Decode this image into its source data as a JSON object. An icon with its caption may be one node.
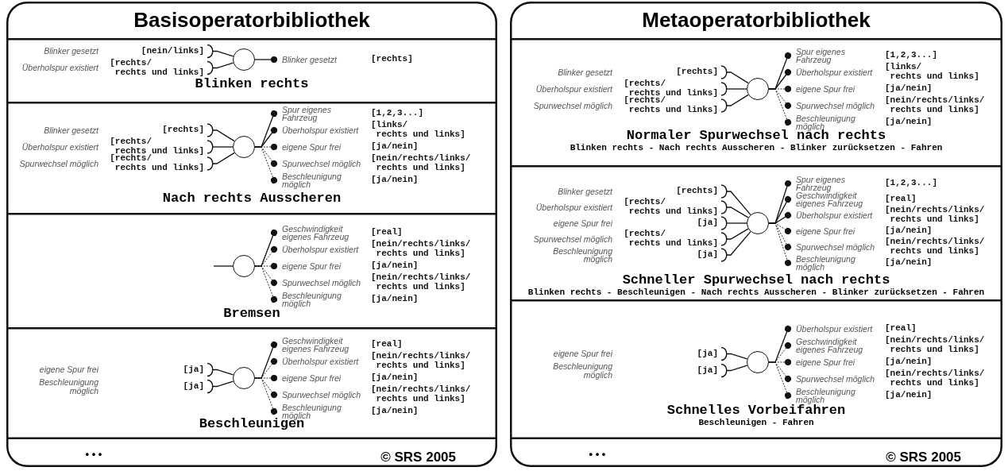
{
  "diagram": {
    "nodes": [
      {
        "text": [
          "Basisoperatorbibliothek"
        ]
      },
      {
        "text": [
          "Blinken rechts"
        ],
        "in": 0
      },
      {
        "text": [
          "Blinker gesetzt",
          "[nein/links]"
        ],
        "in": 1
      },
      {
        "text": [
          "Überholspur existiert",
          "[rechts/ rechts und links]"
        ],
        "in": 1
      },
      {
        "text": [],
        "shape": "circle",
        "in": 1
      },
      {
        "text": [
          "Blinker gesetzt",
          "[rechts]"
        ],
        "in": 1
      },
      {
        "text": [
          "Nach rechts Ausscheren"
        ],
        "in": 0
      },
      {
        "text": [
          "Blinker gesetzt",
          "[rechts]"
        ],
        "in": 6
      },
      {
        "text": [
          "Überholspur existiert",
          "[rechts/ rechts und links]"
        ],
        "in": 6
      },
      {
        "text": [
          "Spurwechsel möglich",
          "[rechts/ rechts und links]"
        ],
        "in": 6
      },
      {
        "text": [],
        "shape": "circle",
        "in": 6
      },
      {
        "text": [
          "Spur eigenes Fahrzeug",
          "[1,2,3...]"
        ],
        "in": 6
      },
      {
        "text": [
          "Überholspur existiert",
          "[links/ rechts und links]"
        ],
        "in": 6
      },
      {
        "text": [
          "eigene Spur frei",
          "[ja/nein]"
        ],
        "in": 6
      },
      {
        "text": [
          "Spurwechsel möglich",
          "[nein/rechts/links/ rechts und links]"
        ],
        "in": 6
      },
      {
        "text": [
          "Beschleunigung möglich",
          "[ja/nein]"
        ],
        "in": 6
      },
      {
        "text": [
          "Bremsen"
        ],
        "in": 0
      },
      {
        "text": [],
        "shape": "circle",
        "in": 16
      },
      {
        "text": [
          "Geschwindigkeit eigenes Fahrzeug",
          "[real]"
        ],
        "in": 16
      },
      {
        "text": [
          "Überholspur existiert",
          "[nein/rechts/links/ rechts und links]"
        ],
        "in": 16
      },
      {
        "text": [
          "eigene Spur frei",
          "[ja/nein]"
        ],
        "in": 16
      },
      {
        "text": [
          "Spurwechsel möglich",
          "[nein/rechts/links/ rechts und links]"
        ],
        "in": 16
      },
      {
        "text": [
          "Beschleunigung möglich",
          "[ja/nein]"
        ],
        "in": 16
      },
      {
        "text": [
          "Beschleunigen"
        ],
        "in": 0
      },
      {
        "text": [
          "eigene Spur frei",
          "[ja]"
        ],
        "in": 23
      },
      {
        "text": [
          "Beschleunigung möglich",
          "[ja]"
        ],
        "in": 23
      },
      {
        "text": [],
        "shape": "circle",
        "in": 23
      },
      {
        "text": [
          "Geschwindigkeit eigenes Fahrzeug",
          "[real]"
        ],
        "in": 23
      },
      {
        "text": [
          "Überholspur existiert",
          "[nein/rechts/links/ rechts und links]"
        ],
        "in": 23
      },
      {
        "text": [
          "eigene Spur frei",
          "[ja/nein]"
        ],
        "in": 23
      },
      {
        "text": [
          "Spurwechsel möglich",
          "[nein/rechts/links/ rechts und links]"
        ],
        "in": 23
      },
      {
        "text": [
          "Beschleunigung möglich",
          "[ja/nein]"
        ],
        "in": 23
      },
      {
        "text": [
          "Metaoperatorbibliothek"
        ]
      },
      {
        "text": [
          "Normaler Spurwechsel nach rechts",
          "Blinken rechts - Nach rechts Ausscheren - Blinker zurücksetzen - Fahren"
        ],
        "in": 32
      },
      {
        "text": [
          "Blinker gesetzt",
          "[rechts]"
        ],
        "in": 33
      },
      {
        "text": [
          "Überholspur existiert",
          "[rechts/ rechts und links]"
        ],
        "in": 33
      },
      {
        "text": [
          "Spurwechsel möglich",
          "[rechts/ rechts und links]"
        ],
        "in": 33
      },
      {
        "text": [],
        "shape": "circle",
        "in": 33
      },
      {
        "text": [
          "Spur eigenes Fahrzeug",
          "[1,2,3...]"
        ],
        "in": 33
      },
      {
        "text": [
          "Überholspur existiert",
          "[links/ rechts und links]"
        ],
        "in": 33
      },
      {
        "text": [
          "eigene Spur frei",
          "[ja/nein]"
        ],
        "in": 33
      },
      {
        "text": [
          "Spurwechsel möglich",
          "[nein/rechts/links/ rechts und links]"
        ],
        "in": 33
      },
      {
        "text": [
          "Beschleunigung möglich",
          "[ja/nein]"
        ],
        "in": 33
      },
      {
        "text": [
          "Schneller Spurwechsel nach rechts",
          "Blinken rechts - Beschleunigen - Nach rechts Ausscheren - Blinker zurücksetzen - Fahren"
        ],
        "in": 32
      },
      {
        "text": [
          "Blinker gesetzt",
          "[rechts]"
        ],
        "in": 43
      },
      {
        "text": [
          "Überholspur existiert",
          "[rechts/ rechts und links]"
        ],
        "in": 43
      },
      {
        "text": [
          "eigene Spur frei",
          "[ja]"
        ],
        "in": 43
      },
      {
        "text": [
          "Spurwechsel möglich",
          "[rechts/ rechts und links]"
        ],
        "in": 43
      },
      {
        "text": [
          "Beschleunigung möglich",
          "[ja]"
        ],
        "in": 43
      },
      {
        "text": [],
        "shape": "circle",
        "in": 43
      },
      {
        "text": [
          "Spur eigenes Fahrzeug",
          "[1,2,3...]"
        ],
        "in": 43
      },
      {
        "text": [
          "Geschwindigkeit eigenes Fahrzeug",
          "[real]"
        ],
        "in": 43
      },
      {
        "text": [
          "Überholspur existiert",
          "[nein/rechts/links/ rechts und links]"
        ],
        "in": 43
      },
      {
        "text": [
          "eigene Spur frei",
          "[ja/nein]"
        ],
        "in": 43
      },
      {
        "text": [
          "Spurwechsel möglich",
          "[nein/rechts/links/ rechts und links]"
        ],
        "in": 43
      },
      {
        "text": [
          "Beschleunigung möglich",
          "[ja/nein]"
        ],
        "in": 43
      },
      {
        "text": [
          "Schnelles Vorbeifahren",
          "Beschleunigen - Fahren"
        ],
        "in": 32
      },
      {
        "text": [
          "eigene Spur frei",
          "[ja]"
        ],
        "in": 56
      },
      {
        "text": [
          "Beschleunigung möglich",
          "[ja]"
        ],
        "in": 56
      },
      {
        "text": [],
        "shape": "circle",
        "in": 56
      },
      {
        "text": [
          "Überholspur existiert",
          "[real]"
        ],
        "in": 56
      },
      {
        "text": [
          "Geschwindigkeit eigenes Fahrzeug",
          "[nein/rechts/links/ rechts und links]"
        ],
        "in": 56
      },
      {
        "text": [
          "eigene Spur frei",
          "[ja/nein]"
        ],
        "in": 56
      },
      {
        "text": [
          "Spurwechsel möglich",
          "[nein/rechts/links/ rechts und links]"
        ],
        "in": 56
      },
      {
        "text": [
          "Beschleunigung möglich",
          "[ja/nein]"
        ],
        "in": 56
      }
    ],
    "edges": [
      {
        "from": 2,
        "to": 4,
        "arrow": "other"
      },
      {
        "from": 3,
        "to": 4,
        "arrow": "other"
      },
      {
        "from": 4,
        "to": 5,
        "arrow": "other"
      },
      {
        "from": 7,
        "to": 10,
        "arrow": "other"
      },
      {
        "from": 8,
        "to": 10,
        "arrow": "other"
      },
      {
        "from": 9,
        "to": 10,
        "arrow": "other"
      },
      {
        "from": 10,
        "to": 11,
        "arrow": "other"
      },
      {
        "from": 10,
        "to": 12,
        "arrow": "other"
      },
      {
        "from": 10,
        "to": 13,
        "arrow": "other",
        "style": "dashed"
      },
      {
        "from": 10,
        "to": 14,
        "arrow": "other",
        "style": "dashed"
      },
      {
        "from": 10,
        "to": 15,
        "arrow": "other",
        "style": "dashed"
      },
      {
        "from": null,
        "to": 17,
        "arrow": "none"
      },
      {
        "from": 17,
        "to": 18,
        "arrow": "other"
      },
      {
        "from": 17,
        "to": 19,
        "arrow": "other",
        "style": "dashed"
      },
      {
        "from": 17,
        "to": 20,
        "arrow": "other",
        "style": "dashed"
      },
      {
        "from": 17,
        "to": 21,
        "arrow": "other",
        "style": "dashed"
      },
      {
        "from": 17,
        "to": 22,
        "arrow": "other",
        "style": "dashed"
      },
      {
        "from": 24,
        "to": 26,
        "arrow": "other"
      },
      {
        "from": 25,
        "to": 26,
        "arrow": "other"
      },
      {
        "from": 26,
        "to": 27,
        "arrow": "other"
      },
      {
        "from": 26,
        "to": 28,
        "arrow": "other",
        "style": "dashed"
      },
      {
        "from": 26,
        "to": 29,
        "arrow": "other",
        "style": "dashed"
      },
      {
        "from": 26,
        "to": 30,
        "arrow": "other",
        "style": "dashed"
      },
      {
        "from": 26,
        "to": 31,
        "arrow": "other",
        "style": "dashed"
      },
      {
        "from": 34,
        "to": 37,
        "arrow": "other"
      },
      {
        "from": 35,
        "to": 37,
        "arrow": "other"
      },
      {
        "from": 36,
        "to": 37,
        "arrow": "other"
      },
      {
        "from": 37,
        "to": 38,
        "arrow": "other"
      },
      {
        "from": 37,
        "to": 39,
        "arrow": "other"
      },
      {
        "from": 37,
        "to": 40,
        "arrow": "other",
        "style": "dashed"
      },
      {
        "from": 37,
        "to": 41,
        "arrow": "other",
        "style": "dashed"
      },
      {
        "from": 37,
        "to": 42,
        "arrow": "other",
        "style": "dashed"
      },
      {
        "from": 44,
        "to": 49,
        "arrow": "other"
      },
      {
        "from": 45,
        "to": 49,
        "arrow": "other"
      },
      {
        "from": 46,
        "to": 49,
        "arrow": "other"
      },
      {
        "from": 47,
        "to": 49,
        "arrow": "other"
      },
      {
        "from": 48,
        "to": 49,
        "arrow": "other"
      },
      {
        "from": 49,
        "to": 50,
        "arrow": "other"
      },
      {
        "from": 49,
        "to": 51,
        "arrow": "other"
      },
      {
        "from": 49,
        "to": 52,
        "arrow": "other"
      },
      {
        "from": 49,
        "to": 53,
        "arrow": "other",
        "style": "dashed"
      },
      {
        "from": 49,
        "to": 54,
        "arrow": "other",
        "style": "dashed"
      },
      {
        "from": 49,
        "to": 55,
        "arrow": "other",
        "style": "dashed"
      },
      {
        "from": 57,
        "to": 59,
        "arrow": "other"
      },
      {
        "from": 58,
        "to": 59,
        "arrow": "other"
      },
      {
        "from": 59,
        "to": 60,
        "arrow": "other"
      },
      {
        "from": 59,
        "to": 61,
        "arrow": "other",
        "style": "dashed"
      },
      {
        "from": 59,
        "to": 62,
        "arrow": "other",
        "style": "dashed"
      },
      {
        "from": 59,
        "to": 63,
        "arrow": "other",
        "style": "dashed"
      },
      {
        "from": 59,
        "to": 64,
        "arrow": "other",
        "style": "dashed"
      }
    ],
    "labels": [
      "• • •",
      "© SRS 2005",
      "• • •",
      "© SRS 2005"
    ]
  }
}
